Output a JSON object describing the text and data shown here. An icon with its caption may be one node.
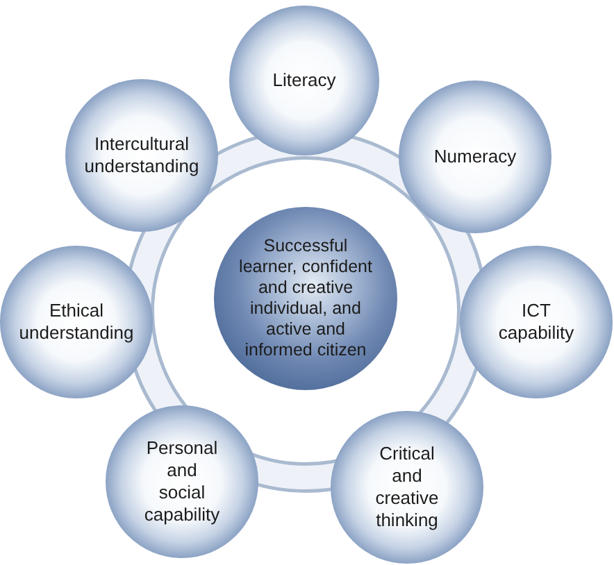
{
  "diagram": {
    "nodes": [
      {
        "text": [
          "Literacy"
        ]
      },
      {
        "text": [
          "Intercultural understanding"
        ]
      },
      {
        "text": [
          "Numeracy"
        ]
      },
      {
        "text": [
          "Successful learner, confident and creative individual, and active and informed citizen"
        ]
      },
      {
        "text": [
          "Ethical understanding"
        ]
      },
      {
        "text": [
          "ICT capability"
        ]
      },
      {
        "text": [
          "Personal and social capability"
        ]
      },
      {
        "text": [
          "Critical and creative thinking"
        ]
      }
    ]
  }
}
